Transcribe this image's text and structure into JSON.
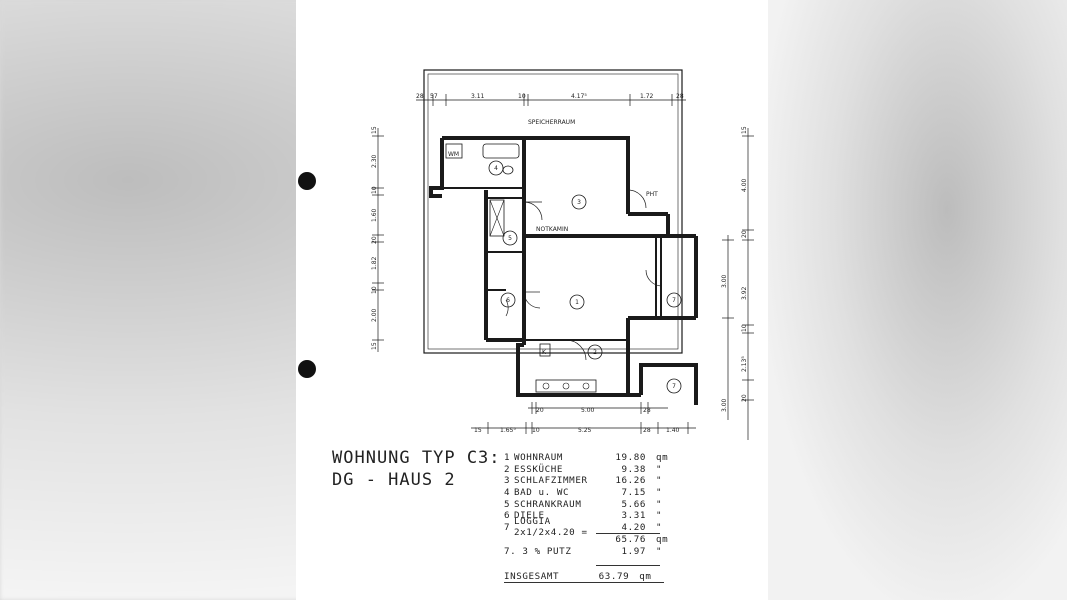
{
  "plan": {
    "title_line1": "WOHNUNG TYP C3:",
    "title_line2": "DG - HAUS 2",
    "storage_label": "SPEICHERRAUM",
    "chimney_label": "NOTKAMIN",
    "wm_label": "WM",
    "k_label": "K",
    "pht_label": "PHT",
    "room_markers": [
      "1",
      "2",
      "3",
      "4",
      "5",
      "6",
      "7",
      "7"
    ],
    "top_dims": [
      "28",
      "57",
      "3.11",
      "10",
      "4.17⁵",
      "1.72",
      "28"
    ],
    "bottom_dims_inner": [
      "20",
      "5.00",
      "28"
    ],
    "bottom_dims_outer": [
      "15",
      "1.65⁵",
      "10",
      "5.25",
      "28",
      "1.40"
    ],
    "left_dims": [
      "15",
      "2.30",
      "10",
      "1.60",
      "20",
      "1.82",
      "10",
      "2.00",
      "15"
    ],
    "right_dims": [
      "15",
      "4.00",
      "20",
      "3.00",
      "3.92",
      "10",
      "2.13⁵",
      "3.00",
      "20"
    ]
  },
  "rooms": [
    {
      "num": "1",
      "name": "WOHNRAUM",
      "area": "19.80",
      "unit": "qm"
    },
    {
      "num": "2",
      "name": "ESSKÜCHE",
      "area": "9.38",
      "unit": "\""
    },
    {
      "num": "3",
      "name": "SCHLAFZIMMER",
      "area": "16.26",
      "unit": "\""
    },
    {
      "num": "4",
      "name": "BAD u. WC",
      "area": "7.15",
      "unit": "\""
    },
    {
      "num": "5",
      "name": "SCHRANKRAUM",
      "area": "5.66",
      "unit": "\""
    },
    {
      "num": "6",
      "name": "DIELE",
      "area": "3.31",
      "unit": "\""
    },
    {
      "num": "7",
      "name": "LOGGIA 2x1/2x4.20 =",
      "area": "4.20",
      "unit": "\""
    }
  ],
  "subtotal": {
    "area": "65.76",
    "unit": "qm"
  },
  "deduction": {
    "label": "7. 3 %  PUTZ",
    "area": "1.97",
    "unit": "\""
  },
  "total": {
    "label": "INSGESAMT",
    "area": "63.79",
    "unit": "qm"
  }
}
